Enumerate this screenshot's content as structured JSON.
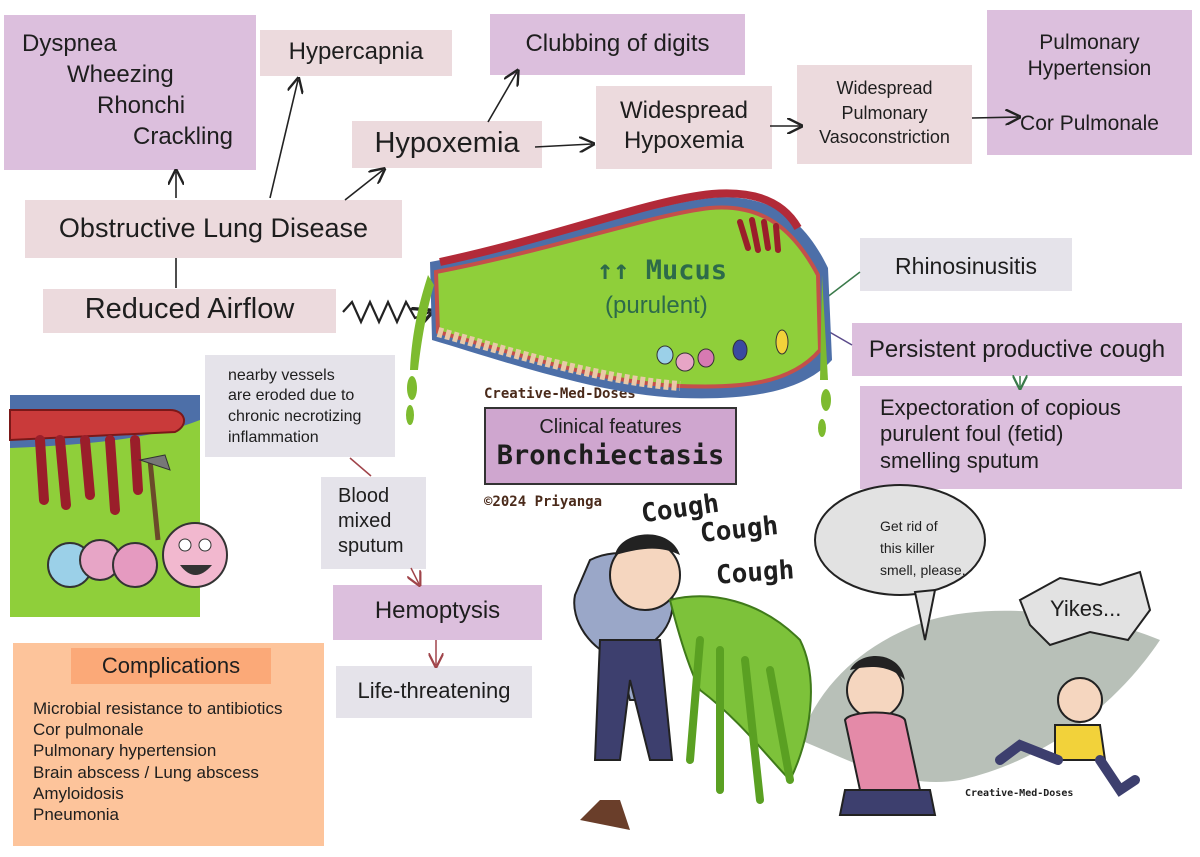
{
  "symptoms": [
    "Dyspnea",
    "Wheezing",
    "Rhonchi",
    "Crackling"
  ],
  "hypercapnia": "Hypercapnia",
  "clubbing": "Clubbing of digits",
  "widespread_hypoxemia": [
    "Widespread",
    "Hypoxemia"
  ],
  "vasoconstriction": [
    "Widespread",
    "Pulmonary",
    "Vasoconstriction"
  ],
  "pulmonary_hypertension": [
    "Pulmonary",
    "Hypertension"
  ],
  "cor_pulmonale": "Cor Pulmonale",
  "hypoxemia": "Hypoxemia",
  "obstructive": "Obstructive Lung Disease",
  "reduced_airflow": "Reduced Airflow",
  "mucus": [
    "↑↑ Mucus",
    "(purulent)"
  ],
  "rhinosinusitis": "Rhinosinusitis",
  "persistent_cough": "Persistent productive cough",
  "expectoration": [
    "Expectoration of copious",
    "purulent foul (fetid)",
    "smelling sputum"
  ],
  "vessels_note": [
    "nearby vessels",
    "are eroded due to",
    "chronic necrotizing",
    "inflammation"
  ],
  "blood_sputum": [
    "Blood",
    "mixed",
    "sputum"
  ],
  "hemoptysis": "Hemoptysis",
  "life_threatening": "Life-threatening",
  "brand_top": "Creative-Med-Doses",
  "title_box": [
    "Clinical features",
    "Bronchiectasis"
  ],
  "copyright": "©2024 Priyanga",
  "cough_words": [
    "Cough",
    "Cough",
    "Cough"
  ],
  "speech_bubble": [
    "Get rid of",
    "this killer",
    "smell, please."
  ],
  "yikes": "Yikes...",
  "brand_bottom": "Creative-Med-Doses",
  "complications_title": "Complications",
  "complications_items": [
    "Microbial resistance to antibiotics",
    "Cor pulmonale",
    "Pulmonary hypertension",
    "Brain abscess / Lung abscess",
    "Amyloidosis",
    "Pneumonia"
  ],
  "colors": {
    "purple_box": "#dcbfdd",
    "pink_box": "#ecdadd",
    "grey_box": "#e5e3ea",
    "mucus_green": "#8fcf3a",
    "complications_bg": "#fdc49b"
  }
}
